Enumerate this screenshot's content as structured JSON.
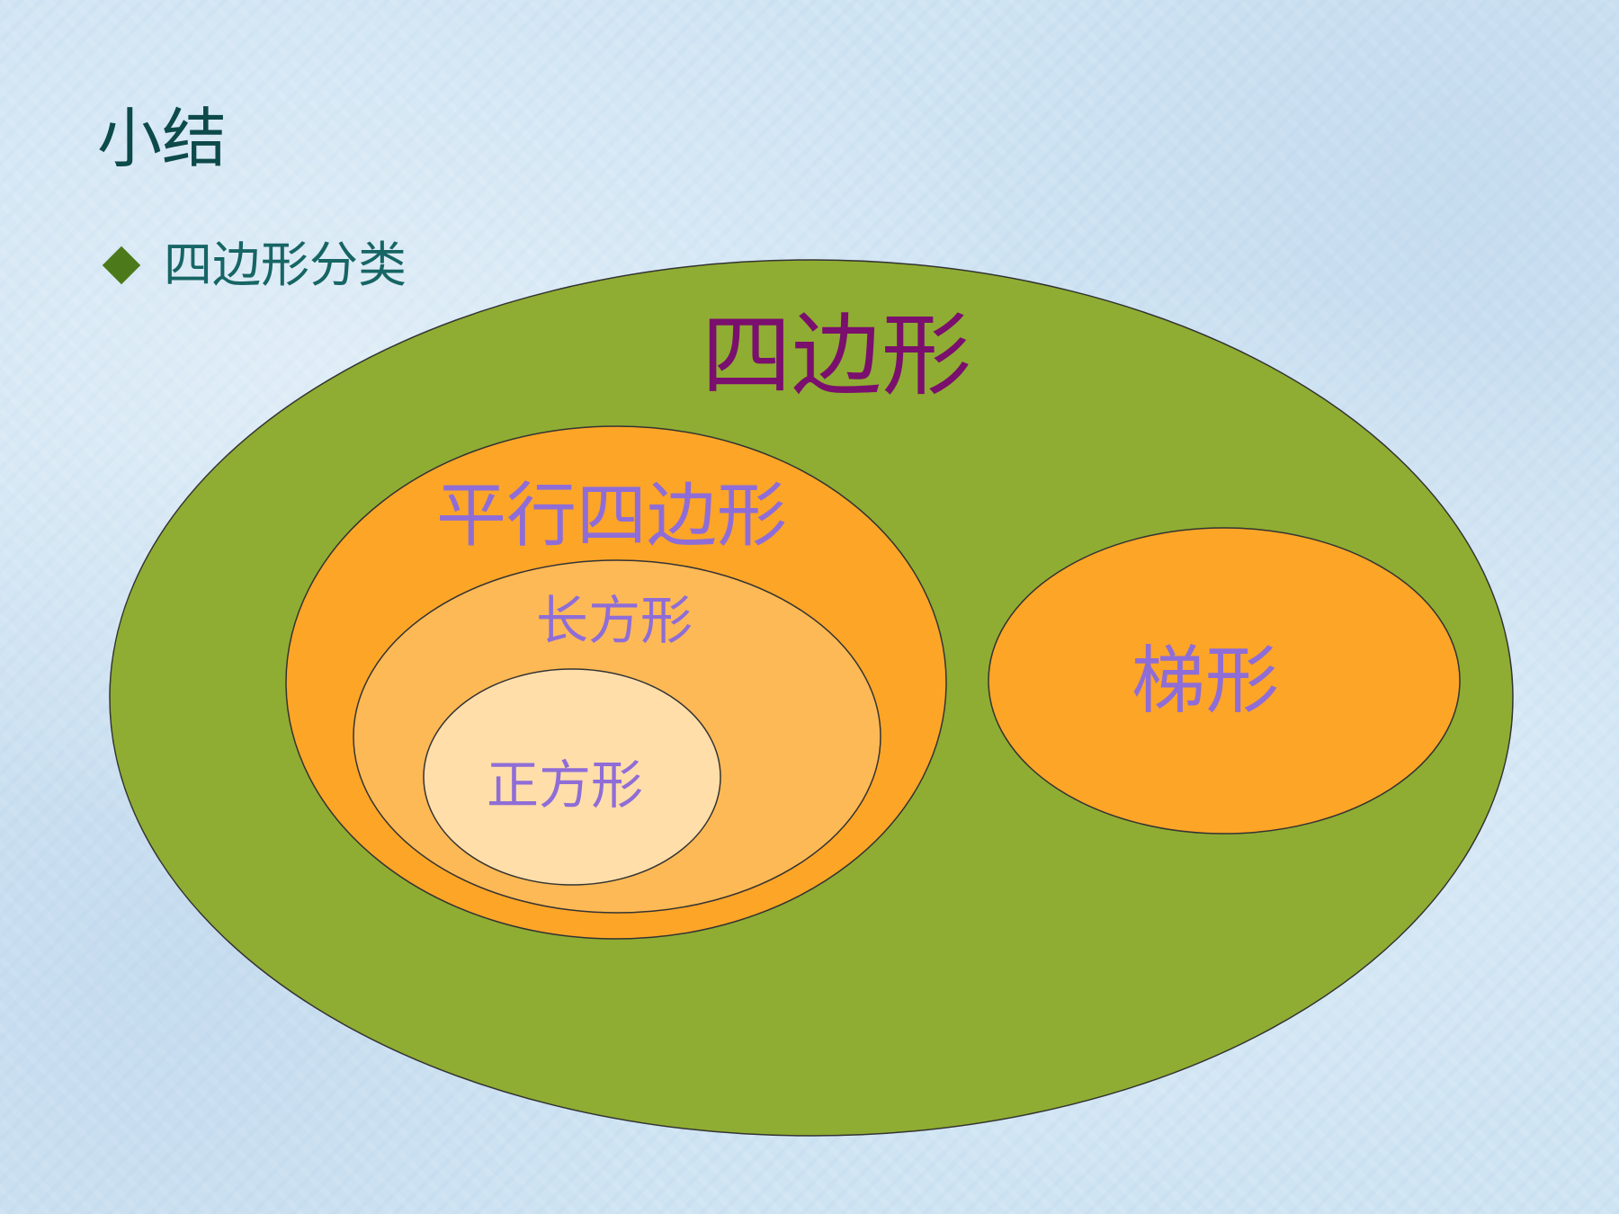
{
  "slide": {
    "title": "小结",
    "bullet": "四边形分类"
  },
  "diagram": {
    "quadrilateral": {
      "label": "四边形",
      "fill": "#8fad32",
      "label_color": "#7a0f6e"
    },
    "parallelogram": {
      "label": "平行四边形",
      "fill": "#fca527",
      "label_color": "#8f6dd7"
    },
    "rectangle": {
      "label": "长方形",
      "fill": "#fdb955",
      "label_color": "#8f6dd7"
    },
    "square": {
      "label": "正方形",
      "fill": "#ffdeaa",
      "label_color": "#8f6dd7"
    },
    "trapezoid": {
      "label": "梯形",
      "fill": "#fca527",
      "label_color": "#8f6dd7"
    }
  }
}
